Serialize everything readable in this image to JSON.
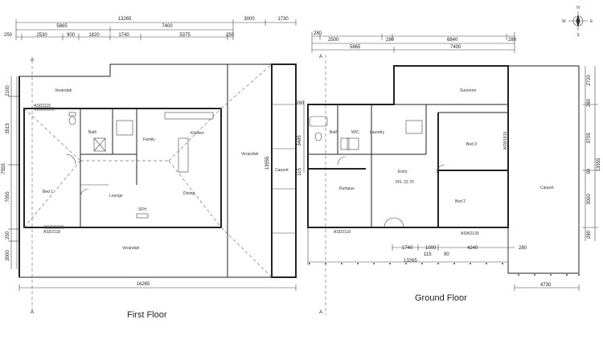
{
  "compass": {
    "n": "N",
    "s": "S",
    "e": "E",
    "w": "W"
  },
  "first_floor": {
    "title": "First Floor",
    "top_dims": {
      "overall": "13265",
      "d3000": "3000",
      "d1730": "1730",
      "d5865": "5865",
      "d7400": "7400",
      "d250a": "250",
      "d2530": "2530",
      "d900": "900",
      "d1820": "1820",
      "d1740": "1740",
      "d5375": "5375",
      "d250b": "250"
    },
    "left_dims": {
      "d2100": "2100",
      "d3515": "3515",
      "d7555": "7555",
      "d7055": "7055",
      "d250": "250",
      "d3000": "3000"
    },
    "right_dims": {
      "d13555": "13555"
    },
    "bottom_dims": {
      "d16265": "16265"
    },
    "rooms": {
      "verandah_top": "Verandah",
      "bath": "Bath",
      "family": "Family",
      "kitchen": "Kitchen",
      "verandah_right": "Verandah",
      "carport": "Carport",
      "bed1": "Bed 1",
      "lounge": "Lounge",
      "dining": "Dining",
      "sfh": "SFH",
      "verandah_bottom": "Verandah"
    },
    "windows": {
      "top": "ASD2115",
      "bottom": "ASD2118"
    },
    "section_mark": "A"
  },
  "ground_floor": {
    "title": "Ground Floor",
    "top_dims": {
      "d280a": "280",
      "d2500": "2500",
      "d280b": "280",
      "d6840": "6840",
      "d280c": "280",
      "d5865": "5865",
      "d7400": "7400"
    },
    "right_dims": {
      "d2720": "2720",
      "d280a": "280",
      "d3705": "3705",
      "d90": "90",
      "d3000": "3000",
      "d280b": "280",
      "d13555": "13555"
    },
    "left_dims": {
      "d280": "280",
      "d3485": "3485",
      "d115": "115"
    },
    "bottom_dims": {
      "d1740": "1740",
      "d1000": "1000",
      "d4240": "4240",
      "d280": "280",
      "d115": "115",
      "d90": "90",
      "d13265": "13265",
      "d4730": "4730"
    },
    "rooms": {
      "sunroom": "Sunroom",
      "bath": "Bath",
      "wc": "W/C",
      "laundry": "Laundry",
      "bed3": "Bed 3",
      "entry": "Entry",
      "ffl": "FFL 22.70",
      "rumpus": "Rumpus",
      "bed2": "Bed 2",
      "carport": "Carport"
    },
    "windows": {
      "left": "ASD2118",
      "right": "ASW2130",
      "side": "ASW1815"
    },
    "section_mark": "A"
  }
}
